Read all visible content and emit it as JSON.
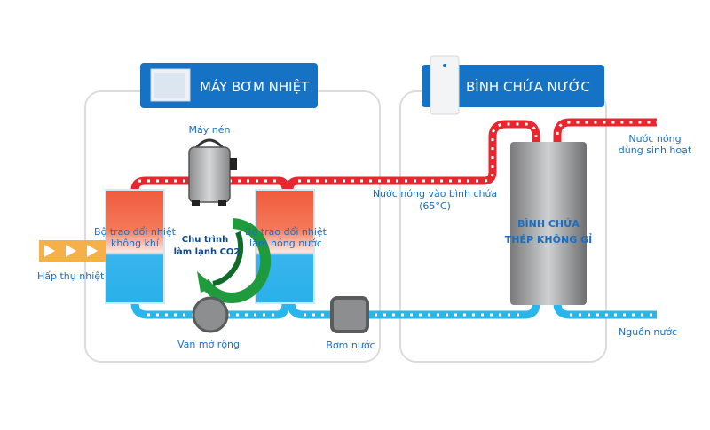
{
  "sections": {
    "heat_pump": {
      "title": "MÁY BƠM NHIỆT"
    },
    "water_tank": {
      "title": "BÌNH CHỨA NƯỚC"
    }
  },
  "labels": {
    "compressor": "Máy nén",
    "air_exchanger_line1": "Bộ trao đổi nhiệt",
    "air_exchanger_line2": "không khí",
    "water_exchanger_line1": "Bộ trao đổi nhiệt",
    "water_exchanger_line2": "làm nóng nước",
    "cycle_line1": "Chu trình",
    "cycle_line2": "làm lạnh CO2",
    "heat_absorption": "Hấp thụ nhiệt",
    "expansion_valve": "Van mở rộng",
    "water_pump": "Bơm nước",
    "hot_water_in_line1": "Nước nóng vào bình chứa",
    "hot_water_in_line2": "(65°C)",
    "tank_line1": "BÌNH CHỨA",
    "tank_line2": "THÉP KHÔNG GỈ",
    "hot_water_out_line1": "Nước nóng",
    "hot_water_out_line2": "dùng sinh hoạt",
    "water_source": "Nguồn nước"
  },
  "colors": {
    "hot_pipe": "#e8262d",
    "cold_pipe": "#29b6ea",
    "header_blue": "#1572c4",
    "label_blue": "#1a6fc2",
    "cycle_green": "#1f9a3c",
    "arrow_orange": "#f6b04a"
  }
}
